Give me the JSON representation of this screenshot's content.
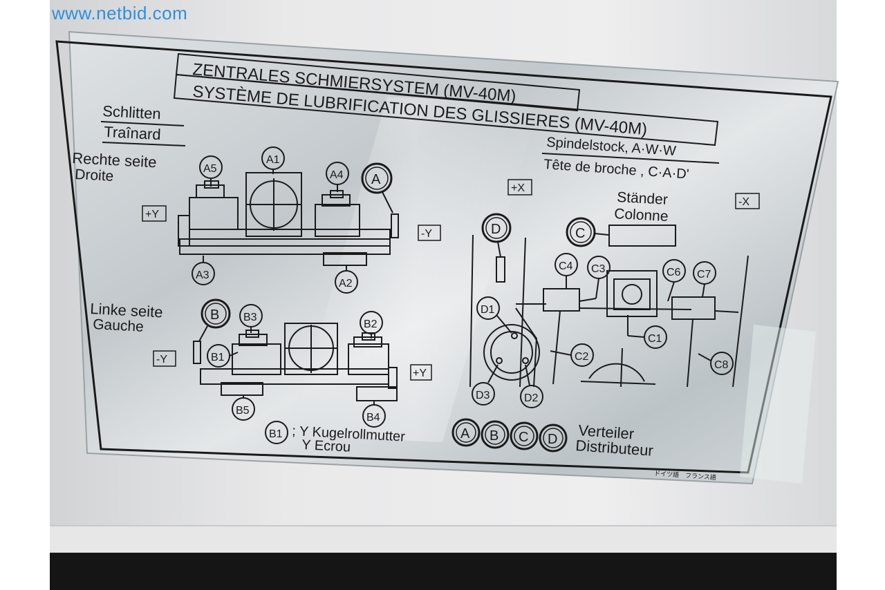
{
  "watermark": "www.netbid.com",
  "plate": {
    "title_de": "ZENTRALES SCHMIERSYSTEM (MV-40M)",
    "title_fr": "SYSTÈME DE LUBRIFICATION DES GLISSIERES (MV-40M)",
    "schlitten": "Schlitten",
    "trainard": "Traînard",
    "rechte_seite": "Rechte seite",
    "droite": "Droite",
    "linke_seite": "Linke seite",
    "gauche": "Gauche",
    "spindelstock": "Spindelstock, A·W·W",
    "tete_de_broche": "Tête de broche , C·A·D'",
    "staender": "Ständer",
    "colonne": "Colonne",
    "b1_note_de": "; Y Kugelrollmutter",
    "b1_note_fr": "Y Ecrou",
    "verteiler": "Verteiler",
    "distributeur": "Distributeur",
    "footer_jp": "ドイツ語　フランス語",
    "axis": {
      "plus_y": "+Y",
      "minus_y": "-Y",
      "plus_x": "+X",
      "minus_x": "-X"
    },
    "labels": {
      "A": "A",
      "B": "B",
      "C": "C",
      "D": "D",
      "A1": "A1",
      "A2": "A2",
      "A3": "A3",
      "A4": "A4",
      "A5": "A5",
      "B1": "B1",
      "B2": "B2",
      "B3": "B3",
      "B4": "B4",
      "B5": "B5",
      "C1": "C1",
      "C2": "C2",
      "C3": "C3",
      "C4": "C4",
      "C6": "C6",
      "C7": "C7",
      "C8": "C8",
      "D1": "D1",
      "D2": "D2",
      "D3": "D3"
    }
  },
  "colors": {
    "watermark": "#2d8fe0",
    "plate_bg": "#c9cfd3",
    "ink": "#1a1a1a"
  }
}
